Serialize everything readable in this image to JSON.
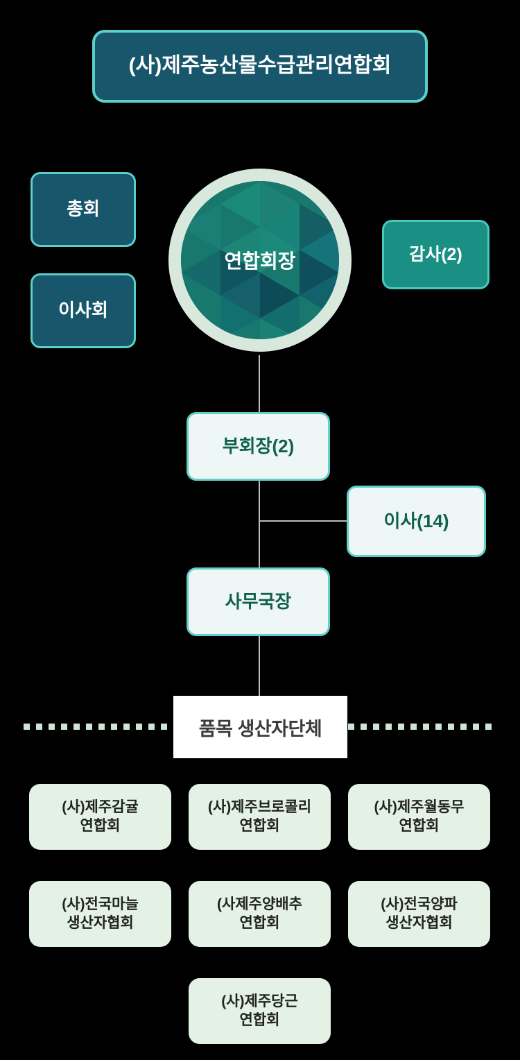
{
  "title": {
    "text": "(사)제주농산물수급관리연합회"
  },
  "top_level": {
    "general_meeting": "총회",
    "board": "이사회",
    "auditor": "감사(2)",
    "chairman": "연합회장"
  },
  "hierarchy": {
    "vice_chair": "부회장(2)",
    "director": "이사(14)",
    "secretary_general": "사무국장"
  },
  "divider": {
    "label": "품목 생산자단체"
  },
  "producer_groups": [
    {
      "name": "(사)제주감귤\n연합회"
    },
    {
      "name": "(사)제주브로콜리\n연합회"
    },
    {
      "name": "(사)제주월동무\n연합회"
    },
    {
      "name": "(사)전국마늘\n생산자협회"
    },
    {
      "name": "(사제주양배추\n연합회"
    },
    {
      "name": "(사)전국양파\n생산자협회"
    },
    {
      "name": "(사)제주당근\n연합회"
    }
  ],
  "colors": {
    "background": "#000000",
    "dark_teal_fill": "#17566b",
    "mint_border": "#5ecfc8",
    "teal_fill": "#1a8f84",
    "light_fill": "#eef7f5",
    "leaf_fill": "#e3f2e4",
    "circle_ring": "#d9e8dc",
    "circle_core": "#18786e",
    "connector": "#bcbcbc",
    "dotted_line": "#cfe5d4",
    "divider_label_bg": "#ffffff"
  }
}
